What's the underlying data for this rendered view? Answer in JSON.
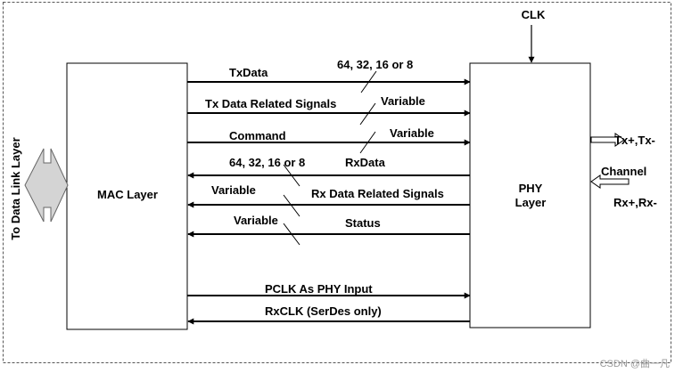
{
  "diagram": {
    "side_label": "To Data Link Layer",
    "mac_block": {
      "label": "MAC Layer"
    },
    "phy_block": {
      "label_line1": "PHY",
      "label_line2": "Layer"
    },
    "clk_label": "CLK",
    "signals": {
      "txdata": {
        "label": "TxData",
        "width_label": "64, 32, 16 or 8"
      },
      "tx_related": {
        "label": "Tx Data Related Signals",
        "width_label": "Variable"
      },
      "command": {
        "label": "Command",
        "width_label": "Variable"
      },
      "rxdata": {
        "label": "RxData",
        "width_label": "64, 32, 16 or 8"
      },
      "rx_related": {
        "label": "Rx Data Related Signals",
        "width_label": "Variable"
      },
      "status": {
        "label": "Status",
        "width_label": "Variable"
      },
      "pclk": {
        "label": "PCLK As PHY Input"
      },
      "rxclk": {
        "label": "RxCLK (SerDes only)"
      }
    },
    "phy_side": {
      "tx_label": "Tx+,Tx-",
      "channel_label": "Channel",
      "rx_label": "Rx+,Rx-"
    }
  },
  "watermark": "CSDN @曲一凡"
}
